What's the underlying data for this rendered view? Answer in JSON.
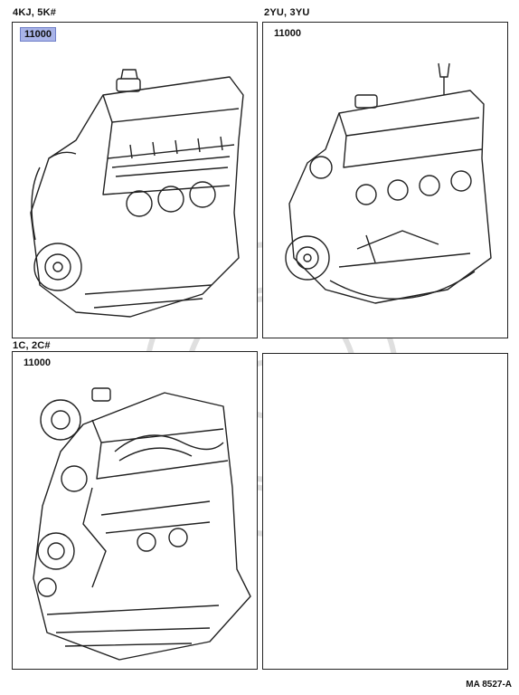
{
  "panels": [
    {
      "label": "4KJ, 5K#",
      "part_number": "11000",
      "highlighted": true
    },
    {
      "label": "2YU, 3YU",
      "part_number": "11000",
      "highlighted": false
    },
    {
      "label": "1C, 2C#",
      "part_number": "11000",
      "highlighted": false
    },
    {
      "label": "",
      "part_number": "",
      "highlighted": false
    }
  ],
  "footer": {
    "code": "MA 8527-A"
  },
  "colors": {
    "highlight": "#a9b4e8",
    "line": "#222222"
  },
  "icons": [
    "engine-assembly-icon",
    "watermark-seal-icon"
  ]
}
